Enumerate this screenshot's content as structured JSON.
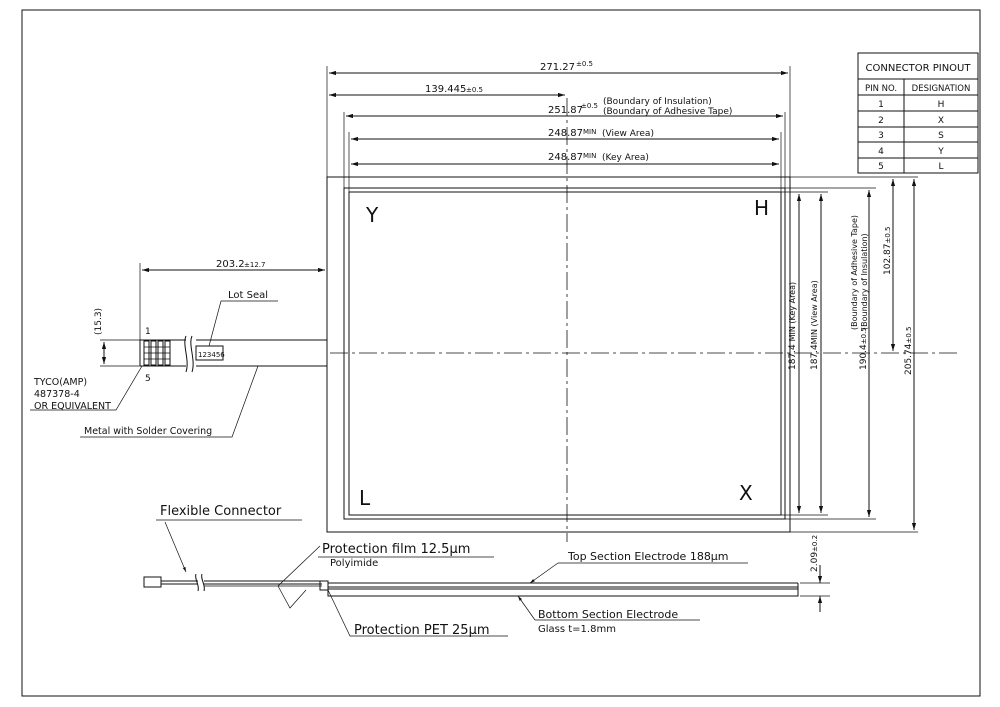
{
  "dimensions": {
    "overall_width": "271.27",
    "overall_width_tol": "±0.5",
    "half_width": "139.445",
    "half_width_tol": "±0.5",
    "insulation_width": "251.87",
    "insulation_width_tol": "±0.5",
    "insulation_label_1": "(Boundary of Insulation)",
    "insulation_label_2": "(Boundary of Adhesive Tape)",
    "view_area_width": "248.87",
    "view_area_width_tol": "MIN",
    "view_area_label": "(View Area)",
    "key_area_width": "248.87",
    "key_area_width_tol": "MIN",
    "key_area_label": "(Key Area)",
    "tail_length": "203.2",
    "tail_length_tol": "±12.7",
    "tail_width": "(15.3)",
    "key_area_height": "187.4",
    "key_area_height_label": "MIN (Key Area)",
    "view_area_height": "187.4",
    "view_area_height_label": "MIN (View Area)",
    "insulation_height": "190.4",
    "insulation_height_tol": "±0.5",
    "insulation_height_label_1": "(Boundary of Adhesive Tape)",
    "insulation_height_label_2": "(Boundary of Insulation)",
    "half_height": "102.87",
    "half_height_tol": "±0.5",
    "overall_height": "205.74",
    "overall_height_tol": "±0.5",
    "thickness": "2.09",
    "thickness_tol": "±0.2"
  },
  "corners": {
    "top_left": "Y",
    "top_right": "H",
    "bottom_left": "L",
    "bottom_right": "X"
  },
  "pinout": {
    "title": "CONNECTOR  PINOUT",
    "col_pin": "PIN NO.",
    "col_designation": "DESIGNATION",
    "rows": [
      {
        "pin": "1",
        "designation": "H"
      },
      {
        "pin": "2",
        "designation": "X"
      },
      {
        "pin": "3",
        "designation": "S"
      },
      {
        "pin": "4",
        "designation": "Y"
      },
      {
        "pin": "5",
        "designation": "L"
      }
    ]
  },
  "tail": {
    "pin1": "1",
    "pin5": "5",
    "lot_seal": "Lot Seal",
    "lot_number": "123456",
    "connector_line1": "TYCO(AMP)",
    "connector_line2": "487378-4",
    "connector_line3": "OR EQUIVALENT",
    "metal_label": "Metal with Solder Covering"
  },
  "section": {
    "flexible_connector": "Flexible Connector",
    "protection_film": "Protection film 12.5μm",
    "polyimide": "Polyimide",
    "top_electrode": "Top Section Electrode 188μm",
    "bottom_electrode": "Bottom Section Electrode",
    "glass": "Glass  t=1.8mm",
    "protection_pet": "Protection PET 25μm"
  }
}
